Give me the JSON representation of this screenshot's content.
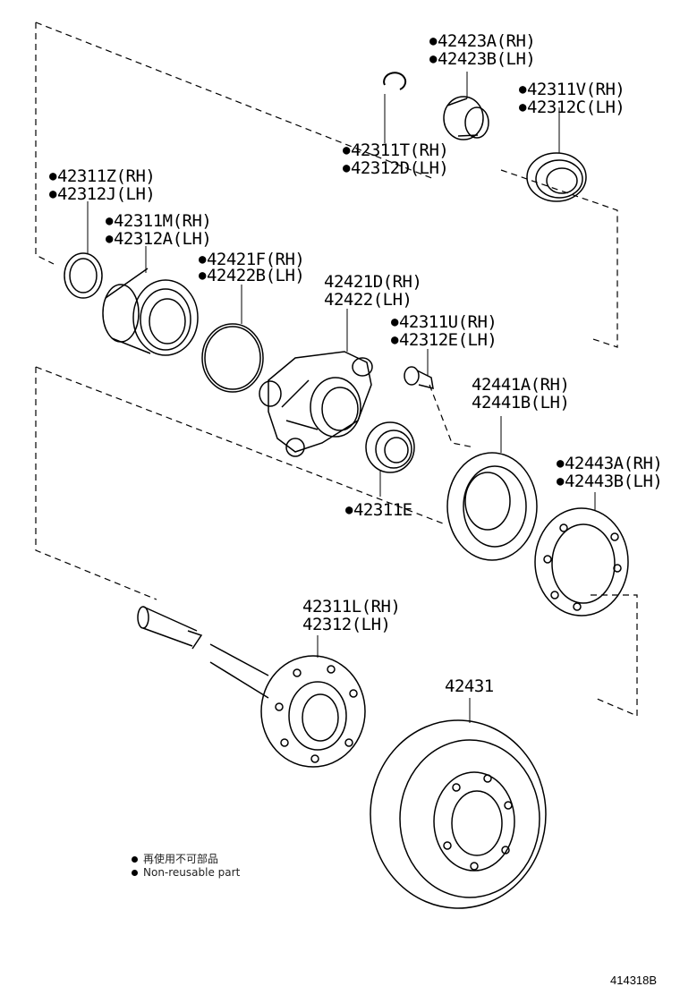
{
  "labels": {
    "p42423A": "42423A(RH)",
    "p42423B": "42423B(LH)",
    "p42311V": "42311V(RH)",
    "p42312C": "42312C(LH)",
    "p42311T": "42311T(RH)",
    "p42312D": "42312D(LH)",
    "p42311Z": "42311Z(RH)",
    "p42312J": "42312J(LH)",
    "p42311M": "42311M(RH)",
    "p42312A": "42312A(LH)",
    "p42421F": "42421F(RH)",
    "p42422B": "42422B(LH)",
    "p42421D": "42421D(RH)",
    "p42422": "42422(LH)",
    "p42311U": "42311U(RH)",
    "p42312E": "42312E(LH)",
    "p42441A": "42441A(RH)",
    "p42441B": "42441B(LH)",
    "p42443A": "42443A(RH)",
    "p42443B": "42443B(LH)",
    "p42311E": "42311E",
    "p42311L": "42311L(RH)",
    "p42312": "42312(LH)",
    "p42431": "42431"
  },
  "legend": {
    "jp": "再使用不可部品",
    "en": "Non-reusable part"
  },
  "figure_number": "414318B"
}
